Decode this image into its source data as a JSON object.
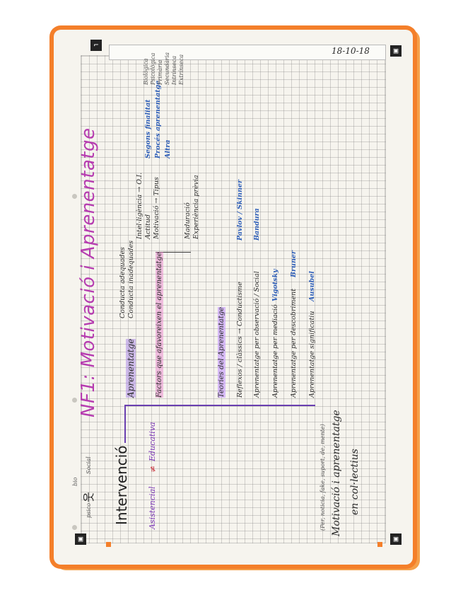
{
  "page": {
    "date": "18-10-18",
    "title": "NF1: Motivació i Aprenentatge"
  },
  "left_block": {
    "intervencio": "Intervenció",
    "figure_labels": {
      "top": "bio",
      "right": "Social",
      "left": "psico"
    },
    "assistencial": "Asistencial",
    "symbol": "≠",
    "educativa": "Educativa",
    "note": "(Per, noticia, fake, suport, de, mente)",
    "motivacio": "Motivació i aprenentatge",
    "colectius": "en col·lectius"
  },
  "tree": {
    "aprenentatge": "Aprenentatge",
    "conducta_adequades": "Conducta adequades",
    "conducta_inadequades": "Conducta inadequades",
    "factors": "Factors que afavoreixen el aprenentatge",
    "factor_items": {
      "intel": "Intel·ligència → O.I.",
      "actitud": "Actitud",
      "motivacio": "Motivació → Tipus",
      "maduracio": "Maduració",
      "experiencia": "Experiència prèvia"
    },
    "tipus": {
      "segons_finalitat": "Segons finalitat",
      "proces": "Procés aprenentatge",
      "altra": "Altra",
      "biologia": "Biològica",
      "psicologica": "Psicològica",
      "primaria": "Primària",
      "secundaria": "Secundària",
      "intrinseca": "Intrínseca",
      "extrinseca": "Extrínseca"
    },
    "teories": "Teories del Aprenentatge",
    "teoria_items": [
      {
        "label": "Reflexos / clàssics → Conductisme",
        "author": "Pavlov / Skinner"
      },
      {
        "label": "Aprenentatge per observació / Social",
        "author": "Bandura"
      },
      {
        "label": "Aprenentatge per mediació",
        "author": "Vigotsky"
      },
      {
        "label": "Aprenentatge per descobriment",
        "author": "Bruner"
      },
      {
        "label": "Aprenentatge significatiu",
        "author": "Ausubel"
      }
    ]
  }
}
